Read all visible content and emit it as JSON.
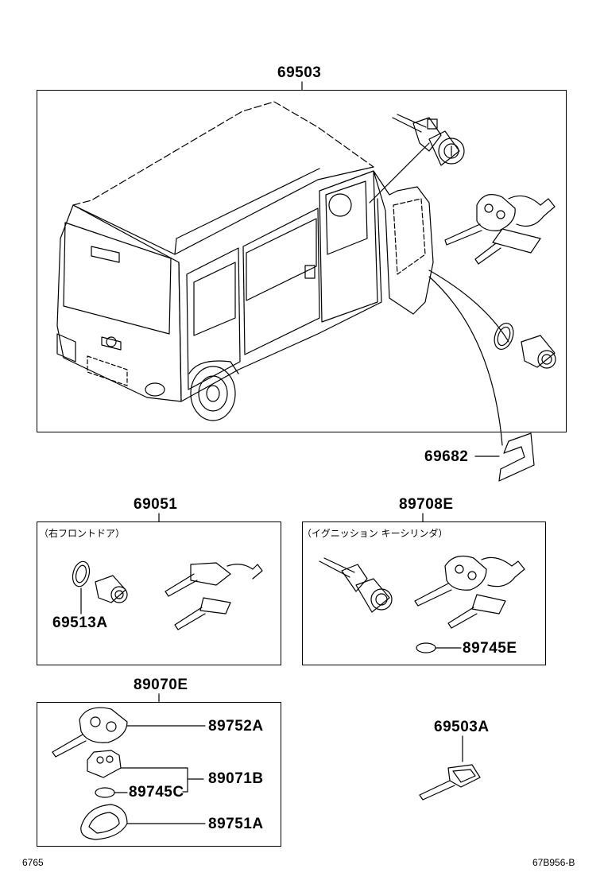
{
  "diagram": {
    "main_assembly": {
      "part_no": "69503"
    },
    "emblem": {
      "part_no": "69682"
    },
    "door_cylinder_set": {
      "part_no": "69051",
      "note": "（右フロントドア）",
      "gasket_part_no": "69513A"
    },
    "ignition_cylinder_set": {
      "part_no": "89708E",
      "note": "（イグニッション キーシリンダ）",
      "battery_part_no": "89745E"
    },
    "transmitter_set": {
      "part_no": "89070E",
      "key_part_no": "89752A",
      "housing_part_no": "89071B",
      "battery_part_no": "89745C",
      "cover_part_no": "89751A"
    },
    "master_key": {
      "part_no": "69503A"
    },
    "footer": {
      "left_code": "6765",
      "right_code": "67B956-B"
    }
  }
}
